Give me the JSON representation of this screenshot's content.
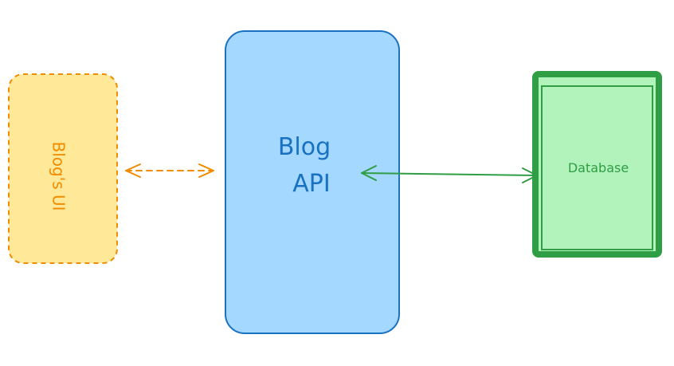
{
  "diagram": {
    "nodes": {
      "ui": {
        "label": "Blog's UI",
        "fill": "#ffe999",
        "stroke": "#f08c00"
      },
      "api": {
        "label_line1": "Blog",
        "label_line2": "API",
        "fill": "#a5d8ff",
        "stroke": "#1971c2",
        "text_color": "#1971c2"
      },
      "db": {
        "label": "Database",
        "fill": "#b2f2bb",
        "stroke": "#2f9e44",
        "text_color": "#2f9e44"
      }
    },
    "edges": [
      {
        "from": "Blog's UI",
        "to": "Blog API",
        "style": "dashed",
        "direction": "both",
        "color": "#f08c00"
      },
      {
        "from": "Blog API",
        "to": "Database",
        "style": "solid",
        "direction": "both",
        "color": "#2f9e44"
      }
    ]
  }
}
